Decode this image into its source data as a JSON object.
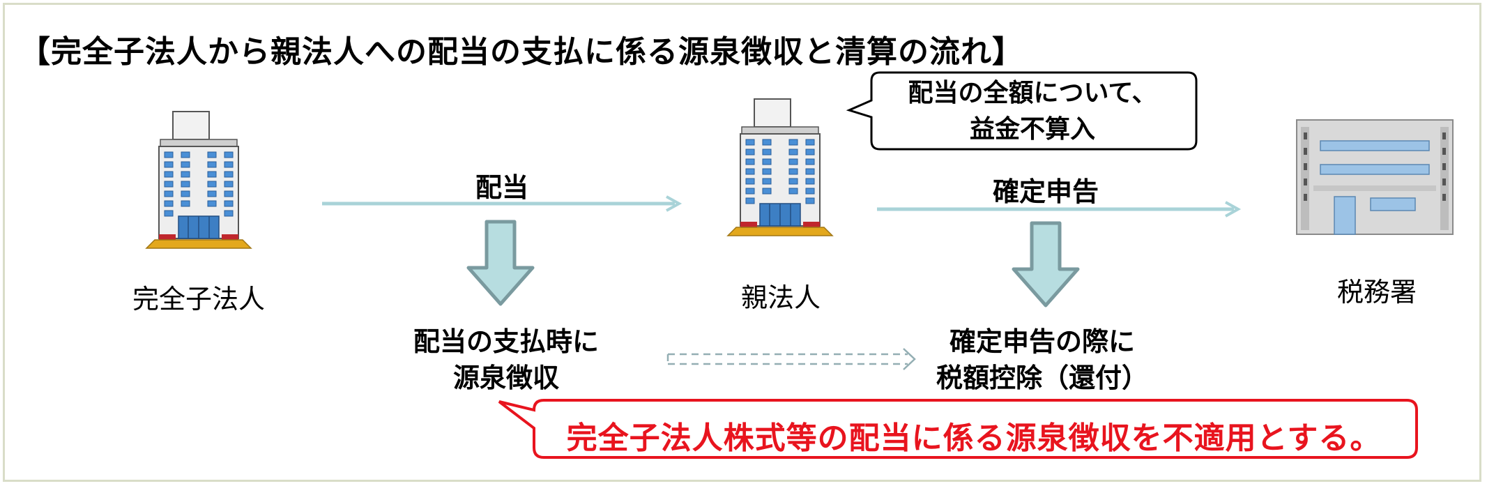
{
  "title": "【完全子法人から親法人への配当の支払に係る源泉徴収と清算の流れ】",
  "entities": {
    "subsidiary": "完全子法人",
    "parent": "親法人",
    "tax_office": "税務署"
  },
  "flows": {
    "dividend": "配当",
    "final_return": "確定申告"
  },
  "steps": {
    "withholding_line1": "配当の支払時に",
    "withholding_line2": "源泉徴収",
    "credit_line1": "確定申告の際に",
    "credit_line2": "税額控除（還付）"
  },
  "callout": {
    "line1": "配当の全額について、",
    "line2": "益金不算入"
  },
  "note": "完全子法人株式等の配当に係る源泉徴収を不適用とする。",
  "colors": {
    "flow_arrow": "#a9d3d8",
    "down_arrow_fill": "#b7dde0",
    "down_arrow_stroke": "#7a9a9f",
    "dashed_arrow": "#93aeb3",
    "note_red": "#e8141e",
    "frame": "#d9ddc8"
  }
}
